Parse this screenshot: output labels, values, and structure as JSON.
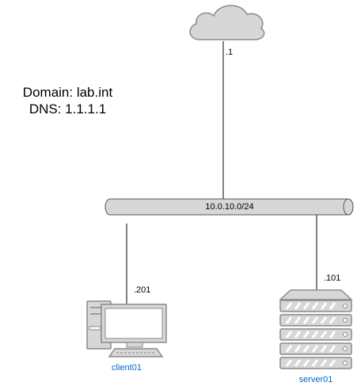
{
  "domain_info": {
    "domain_line": "Domain: lab.int",
    "dns_line": "DNS: 1.1.1.1"
  },
  "network": {
    "subnet_label": "10.0.10.0/24"
  },
  "internet": {
    "icon": "cloud-icon",
    "address_label": ".1"
  },
  "client": {
    "name": "client01",
    "address_label": ".201",
    "icon": "desktop-computer-icon"
  },
  "server": {
    "name": "server01",
    "address_label": ".101",
    "icon": "rack-server-icon"
  },
  "colors": {
    "device_fill": "#d7d7d7",
    "device_stroke": "#8a8a8a",
    "label_blue": "#0066cc",
    "line": "#000000"
  }
}
